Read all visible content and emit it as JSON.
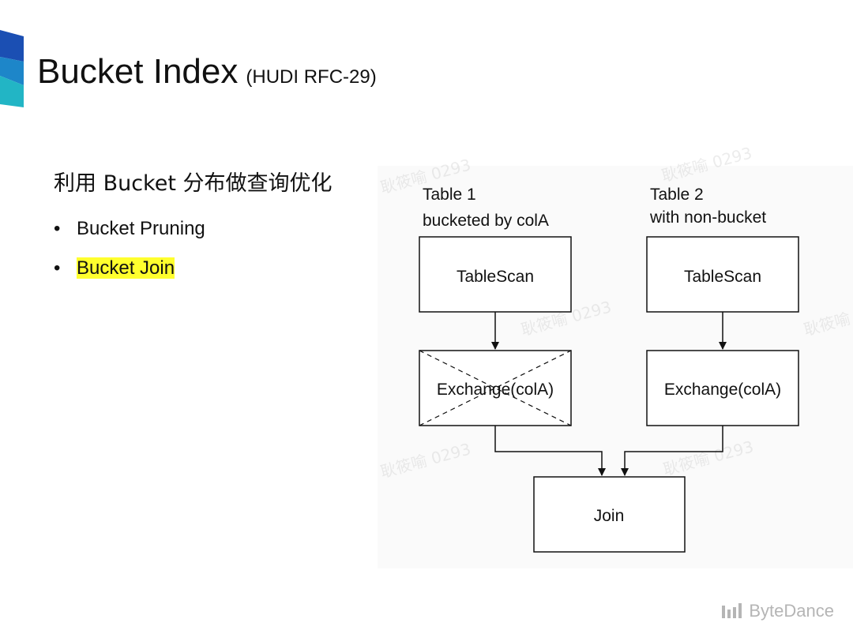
{
  "slide": {
    "title": "Bucket Index",
    "title_suffix": "(HUDI RFC-29)",
    "heading": "利用 Bucket 分布做查询优化",
    "bullets": [
      {
        "text": "Bucket Pruning",
        "highlight": false
      },
      {
        "text": "Bucket Join",
        "highlight": true
      }
    ],
    "highlight_color": "#ffff2e",
    "brand": "ByteDance"
  },
  "diagram": {
    "table1": {
      "line1": "Table 1",
      "line2": "bucketed by colA"
    },
    "table2": {
      "line1": "Table 2",
      "line2": "with non-bucket"
    },
    "left_scan": "TableScan",
    "right_scan": "TableScan",
    "left_exchange": "Exchange(colA)",
    "left_exchange_removed": true,
    "right_exchange": "Exchange(colA)",
    "join": "Join",
    "watermark": "耿筱喻 0293"
  }
}
